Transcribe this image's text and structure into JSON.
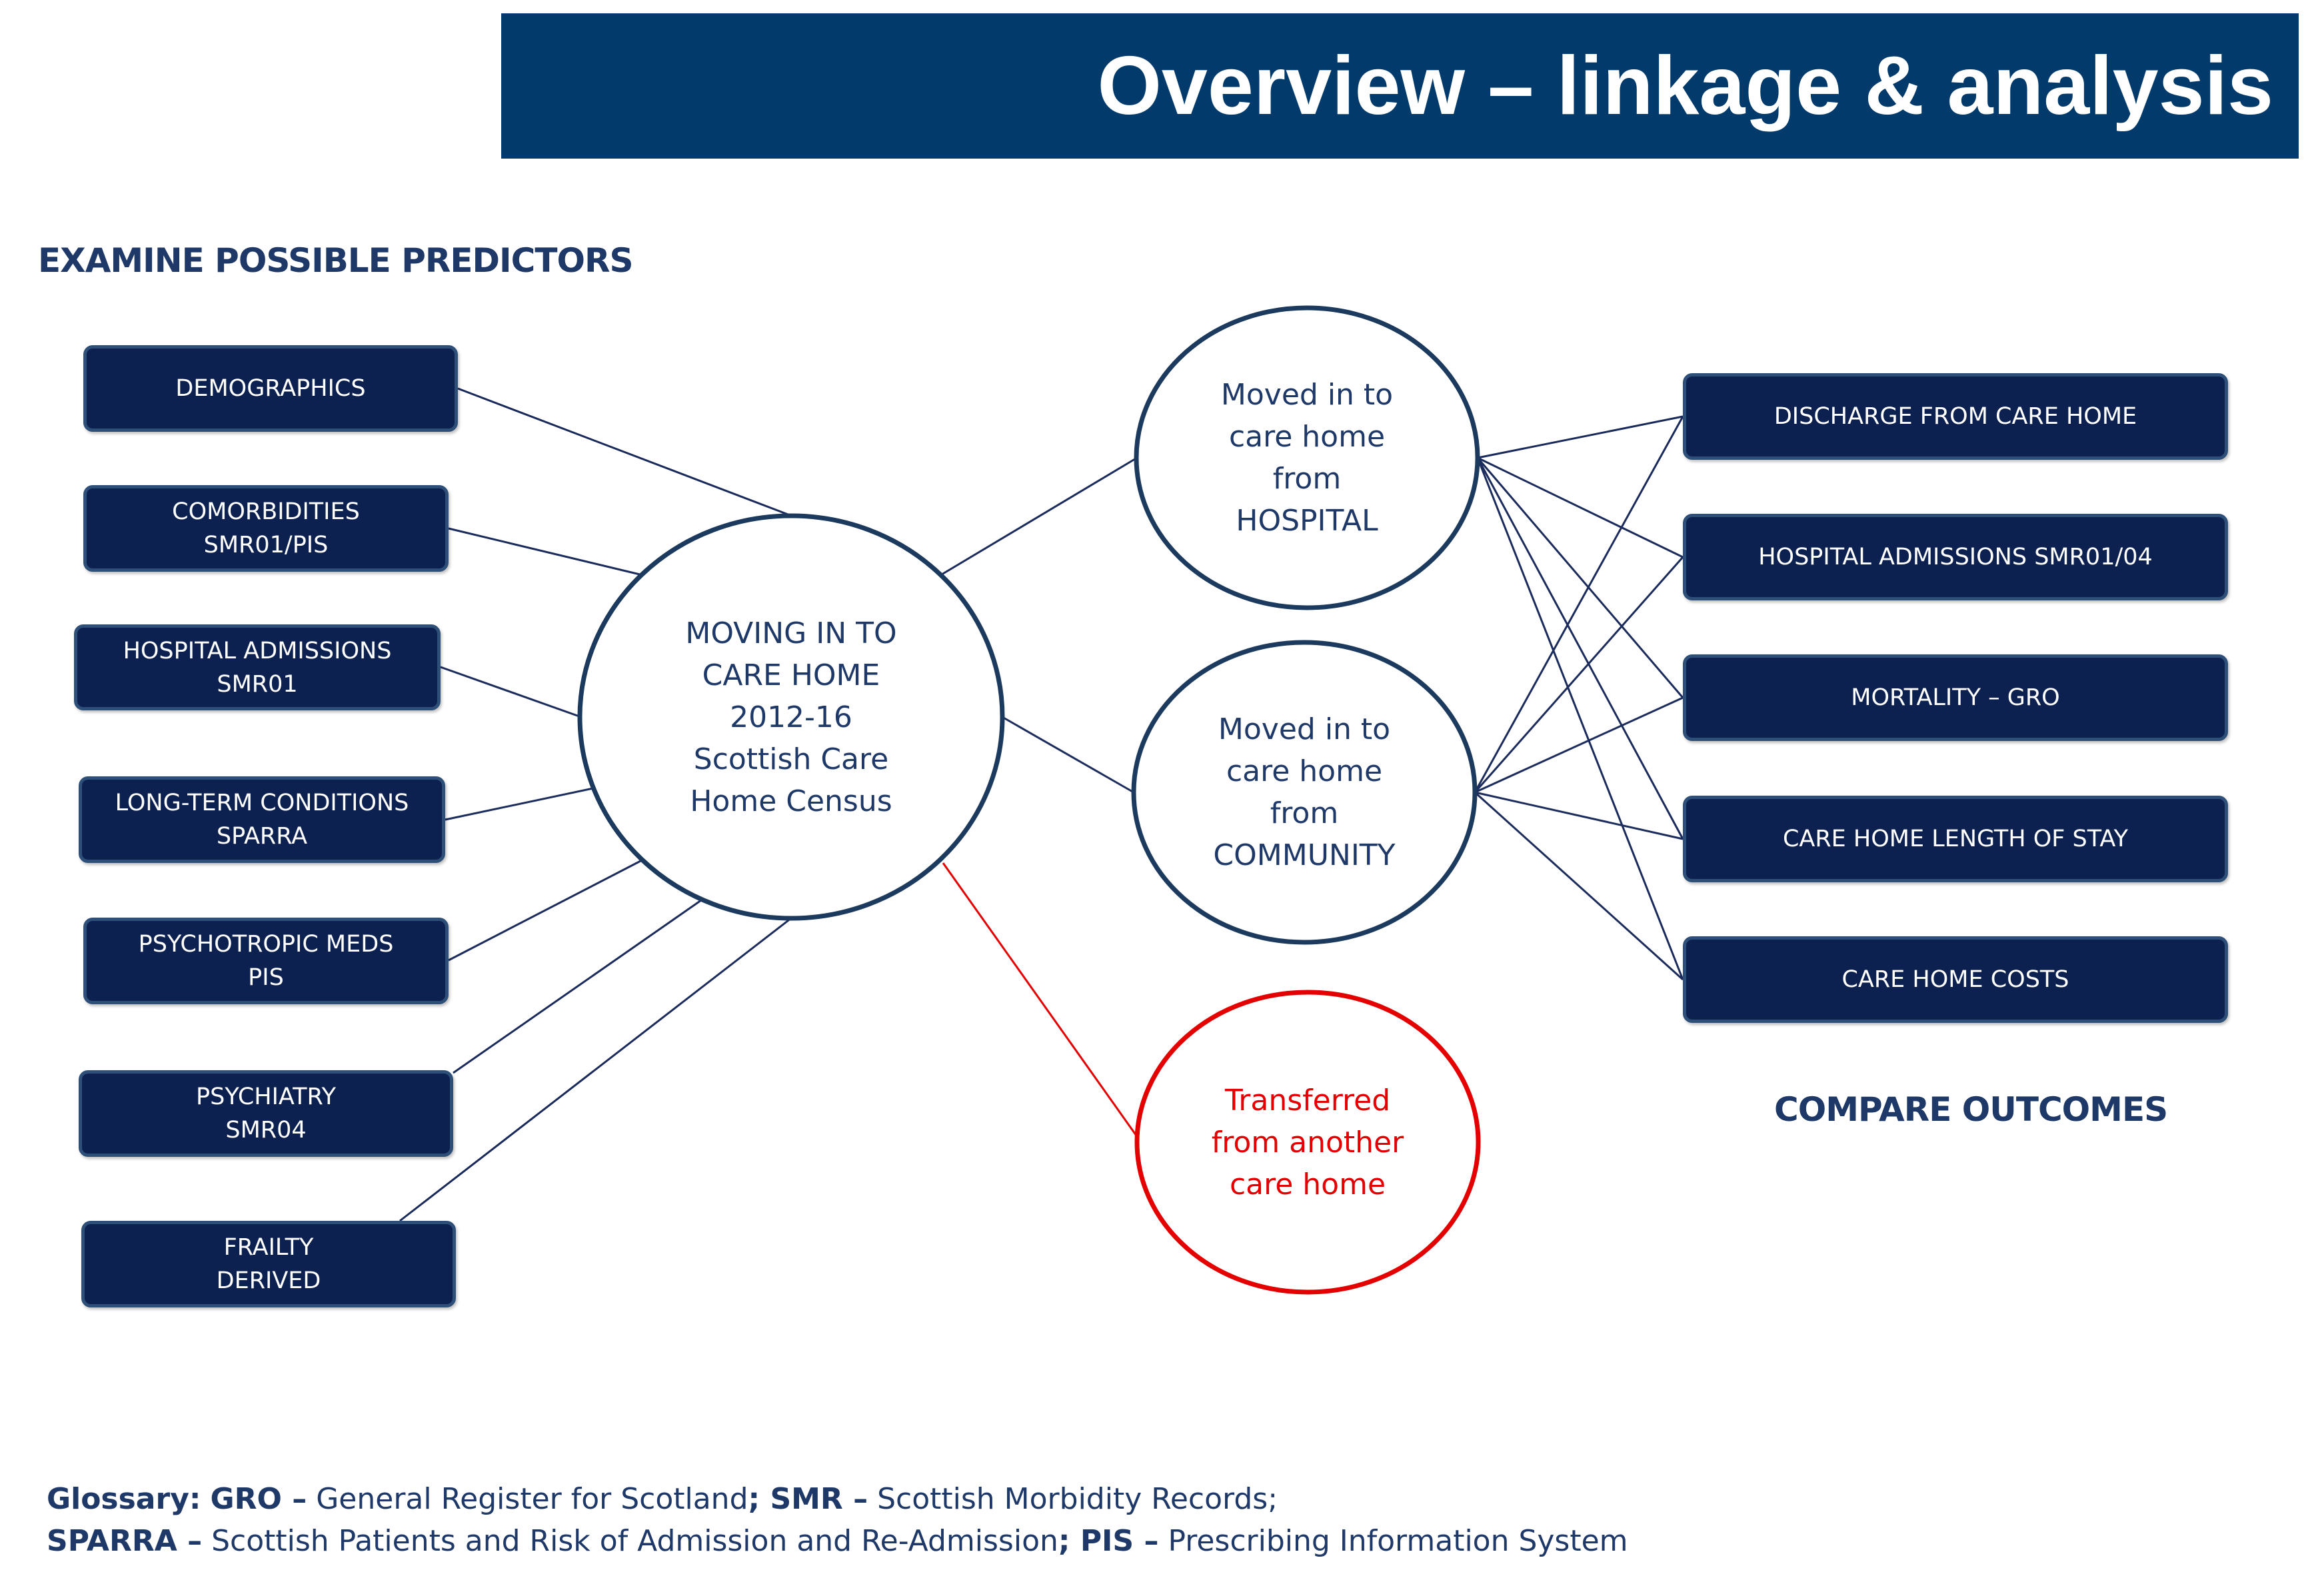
{
  "title": "Overview – linkage & analysis",
  "predictors_heading": "EXAMINE POSSIBLE PREDICTORS",
  "outcomes_heading": "COMPARE OUTCOMES",
  "predictors": [
    {
      "line1": "DEMOGRAPHICS",
      "line2": ""
    },
    {
      "line1": "COMORBIDITIES",
      "line2": "SMR01/PIS"
    },
    {
      "line1": "HOSPITAL ADMISSIONS",
      "line2": "SMR01"
    },
    {
      "line1": "LONG-TERM CONDITIONS",
      "line2": "SPARRA"
    },
    {
      "line1": "PSYCHOTROPIC MEDS",
      "line2": "PIS"
    },
    {
      "line1": "PSYCHIATRY",
      "line2": "SMR04"
    },
    {
      "line1": "FRAILTY",
      "line2": "DERIVED"
    }
  ],
  "central": {
    "lines": [
      "MOVING IN TO",
      "CARE HOME",
      "2012-16",
      "Scottish Care",
      "Home Census"
    ]
  },
  "hospital_node": {
    "lines": [
      "Moved in to",
      "care home",
      "from",
      "HOSPITAL"
    ]
  },
  "community_node": {
    "lines": [
      "Moved in to",
      "care home",
      "from",
      "COMMUNITY"
    ]
  },
  "transfer_node": {
    "lines": [
      "Transferred",
      "from another",
      "care home"
    ]
  },
  "outcomes": [
    "DISCHARGE FROM CARE HOME",
    "HOSPITAL ADMISSIONS SMR01/04",
    "MORTALITY – GRO",
    "CARE HOME LENGTH OF STAY",
    "CARE HOME COSTS"
  ],
  "glossary": {
    "label": "Glossary:",
    "items": [
      {
        "term": "GRO –",
        "definition": " General Register for Scotland"
      },
      {
        "term": "SMR –",
        "definition": " Scottish Morbidity Records"
      },
      {
        "term": "SPARRA –",
        "definition": " Scottish Patients and Risk of Admission and Re-Admission"
      },
      {
        "term": "PIS –",
        "definition": " Prescribing Information System"
      }
    ]
  },
  "colors": {
    "title_bar": "#023a6b",
    "box_fill": "#0d2150",
    "box_border": "#2d4f78",
    "text_navy": "#1e3868",
    "line_navy": "#1b2b5c",
    "red": "#e40000"
  }
}
